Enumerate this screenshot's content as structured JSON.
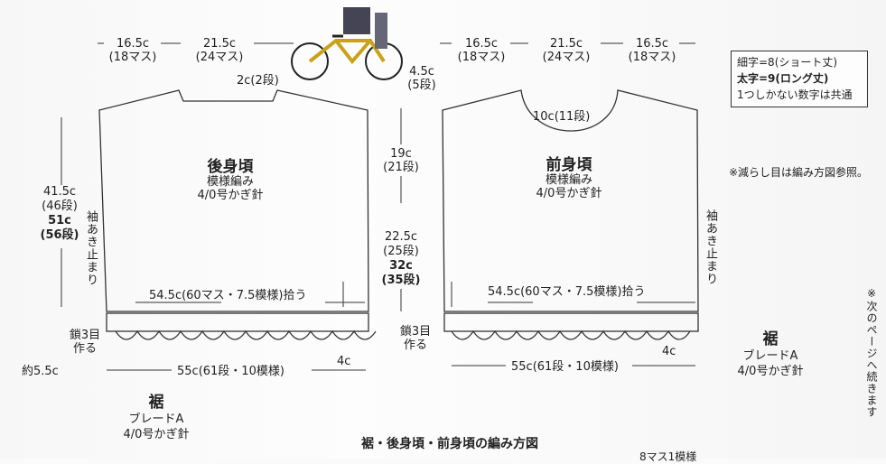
{
  "top_left": {
    "d1": "16.5c",
    "d1m": "(18マス)",
    "d2": "21.5c",
    "d2m": "(24マス)"
  },
  "top_right": {
    "d1": "16.5c",
    "d1m": "(18マス)",
    "d2": "21.5c",
    "d2m": "(24マス)",
    "d3": "16.5c",
    "d3m": "(18マス)"
  },
  "neck_back": "2c(2段)",
  "shoulder": {
    "c": "4.5c",
    "r": "(5段)"
  },
  "front_neck": "10c(11段)",
  "back": {
    "title": "後身頃",
    "pattern": "模様編み",
    "needle": "4/0号かぎ針"
  },
  "front": {
    "title": "前身頃",
    "pattern": "模様編み",
    "needle": "4/0号かぎ針"
  },
  "left_height": {
    "a": "41.5c",
    "ar": "(46段)",
    "b": "51c",
    "br": "(56段)"
  },
  "sleeve_stop": "袖あき止まり",
  "center": {
    "a": "19c",
    "ar": "(21段)",
    "b": "22.5c",
    "br": "(25段)",
    "c": "32c",
    "cr": "(35段)"
  },
  "pickup": "54.5c(60マス・7.5模様)拾う",
  "chain": {
    "a": "鎖3目",
    "b": "作る"
  },
  "braid_w": "55c(61段・10模様)",
  "four_c": "4c",
  "approx": "約5.5c",
  "hem": {
    "title": "裾",
    "braid": "ブレードA",
    "needle": "4/0号かぎ針"
  },
  "legend": {
    "line1": "細字=8(ショート丈)",
    "line2": "太字=9(ロング丈)",
    "line3": "1つしかない数字は共通"
  },
  "note": "※減らし目は編み方図参照。",
  "next_page": "※次のページへ続きます",
  "caption": "裾・後身頃・前身頃の編み方図",
  "bottom_cut": "8マス1模様"
}
